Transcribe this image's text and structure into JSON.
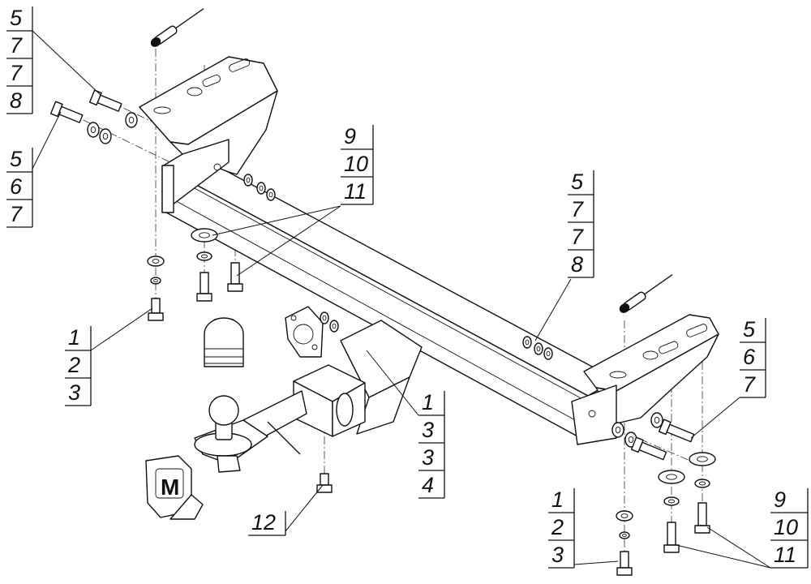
{
  "callouts": [
    {
      "id": "c-left-top",
      "items": [
        "5",
        "7",
        "7",
        "8"
      ]
    },
    {
      "id": "c-left-mid",
      "items": [
        "5",
        "6",
        "7"
      ]
    },
    {
      "id": "c-center-top",
      "items": [
        "9",
        "10",
        "11"
      ]
    },
    {
      "id": "c-center-right",
      "items": [
        "5",
        "7",
        "7",
        "8"
      ]
    },
    {
      "id": "c-left-low",
      "items": [
        "1",
        "2",
        "3"
      ]
    },
    {
      "id": "c-ball",
      "items": [
        "1",
        "3",
        "3",
        "4"
      ]
    },
    {
      "id": "c-right-mid",
      "items": [
        "5",
        "6",
        "7"
      ]
    },
    {
      "id": "c-bottom-mid",
      "items": [
        "12"
      ]
    },
    {
      "id": "c-bottom-right1",
      "items": [
        "1",
        "2",
        "3"
      ]
    },
    {
      "id": "c-bottom-right2",
      "items": [
        "9",
        "10",
        "11"
      ]
    }
  ],
  "logo": {
    "text": "M"
  }
}
